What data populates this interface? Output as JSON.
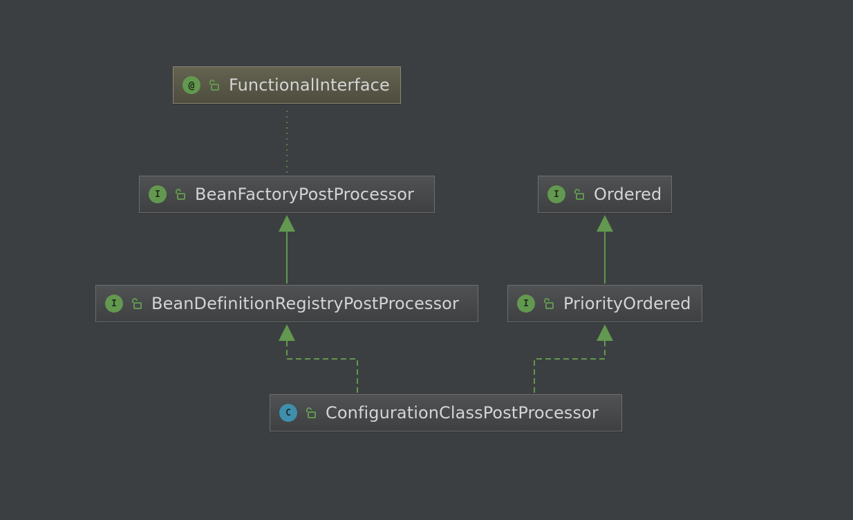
{
  "diagram": {
    "title": "",
    "colors": {
      "background": "#3c3f41",
      "edge": "#62984f",
      "interface_icon": "#62984f",
      "class_icon": "#3f8fac",
      "node_text": "#d3d4d5"
    },
    "nodes": [
      {
        "id": "functional_interface",
        "kind": "annotation",
        "icon": "annotation-icon",
        "kind_glyph": "@",
        "visibility_icon": "public-lock-icon",
        "label": "FunctionalInterface"
      },
      {
        "id": "bean_factory_post_processor",
        "kind": "interface",
        "icon": "interface-icon",
        "kind_glyph": "I",
        "visibility_icon": "public-lock-icon",
        "label": "BeanFactoryPostProcessor"
      },
      {
        "id": "ordered",
        "kind": "interface",
        "icon": "interface-icon",
        "kind_glyph": "I",
        "visibility_icon": "public-lock-icon",
        "label": "Ordered"
      },
      {
        "id": "bean_definition_registry_post_processor",
        "kind": "interface",
        "icon": "interface-icon",
        "kind_glyph": "I",
        "visibility_icon": "public-lock-icon",
        "label": "BeanDefinitionRegistryPostProcessor"
      },
      {
        "id": "priority_ordered",
        "kind": "interface",
        "icon": "interface-icon",
        "kind_glyph": "I",
        "visibility_icon": "public-lock-icon",
        "label": "PriorityOrdered"
      },
      {
        "id": "configuration_class_post_processor",
        "kind": "class",
        "icon": "class-icon",
        "kind_glyph": "C",
        "visibility_icon": "public-lock-icon",
        "label": "ConfigurationClassPostProcessor"
      }
    ],
    "edges": [
      {
        "from": "bean_factory_post_processor",
        "to": "functional_interface",
        "type": "annotated-by",
        "style": "dotted"
      },
      {
        "from": "bean_definition_registry_post_processor",
        "to": "bean_factory_post_processor",
        "type": "extends",
        "style": "solid"
      },
      {
        "from": "priority_ordered",
        "to": "ordered",
        "type": "extends",
        "style": "solid"
      },
      {
        "from": "configuration_class_post_processor",
        "to": "bean_definition_registry_post_processor",
        "type": "implements",
        "style": "dashed"
      },
      {
        "from": "configuration_class_post_processor",
        "to": "priority_ordered",
        "type": "implements",
        "style": "dashed"
      }
    ]
  }
}
